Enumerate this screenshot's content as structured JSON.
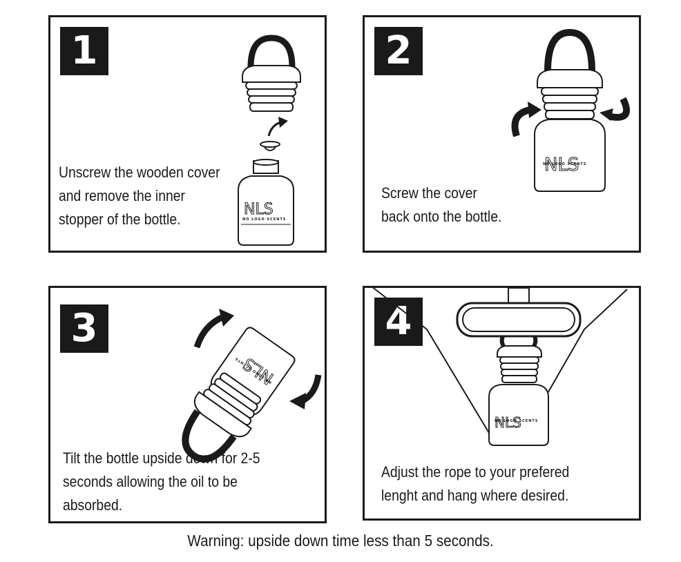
{
  "steps": [
    {
      "number": "1",
      "lines": [
        "Unscrew the wooden cover",
        "and remove the inner",
        "stopper of the bottle."
      ]
    },
    {
      "number": "2",
      "lines": [
        "Screw the cover",
        "back onto the bottle."
      ]
    },
    {
      "number": "3",
      "lines": [
        "Tilt the bottle upside down for 2-5",
        "seconds allowing the oil to be",
        "absorbed."
      ]
    },
    {
      "number": "4",
      "lines": [
        "Adjust the rope to your prefered",
        "lenght and hang where desired."
      ]
    }
  ],
  "warning": "Warning: upside down time less than 5 seconds.",
  "brand": {
    "logo": "NLS",
    "name": "NO LOGO SCENTS"
  },
  "colors": {
    "ink": "#1a1a1a",
    "background": "#ffffff"
  }
}
